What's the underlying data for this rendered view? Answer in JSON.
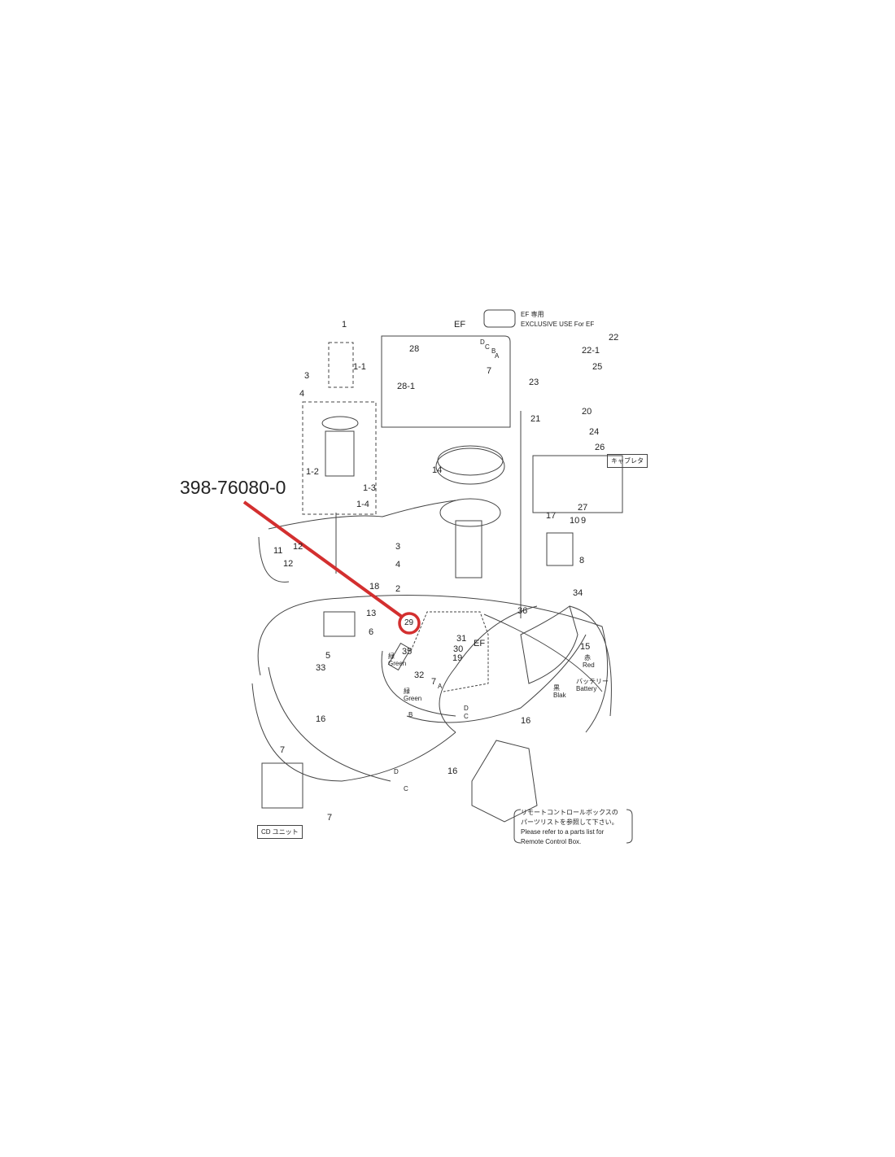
{
  "part_number": "398-76080-0",
  "highlighted_callout": "29",
  "legend": {
    "line1": "EF 専用",
    "line2": "EXCLUSIVE USE For EF"
  },
  "inset_title": "EF",
  "carburetor_label": "キャブレタ",
  "cd_unit_label": "CD ユニット",
  "note": {
    "line1": "リモートコントロールボックスの",
    "line2": "パーツリストを参照して下さい。",
    "line3": "Please refer to a parts list for",
    "line4": "Remote Control Box."
  },
  "wire_labels": {
    "green_jp": "緑",
    "green": "Green",
    "red_jp": "赤",
    "red": "Red",
    "battery_jp": "バッテリー",
    "battery": "Battery",
    "black_jp": "黒",
    "black": "Blak",
    "ef": "EF"
  },
  "callouts": [
    "1",
    "1-1",
    "3",
    "4",
    "1-2",
    "1-3",
    "1-4",
    "12",
    "11",
    "12",
    "3",
    "4",
    "2",
    "18",
    "13",
    "6",
    "5",
    "33",
    "35",
    "32",
    "7",
    "A",
    "31",
    "30",
    "19",
    "36",
    "34",
    "15",
    "16",
    "16",
    "16",
    "B",
    "D",
    "C",
    "D",
    "C",
    "7",
    "7",
    "14",
    "17",
    "10",
    "9",
    "8",
    "27",
    "28",
    "28-1",
    "D",
    "C",
    "B",
    "A",
    "7",
    "22",
    "22-1",
    "25",
    "23",
    "21",
    "20",
    "24",
    "26"
  ],
  "colors": {
    "highlight": "#d32f2f",
    "line": "#333333"
  }
}
